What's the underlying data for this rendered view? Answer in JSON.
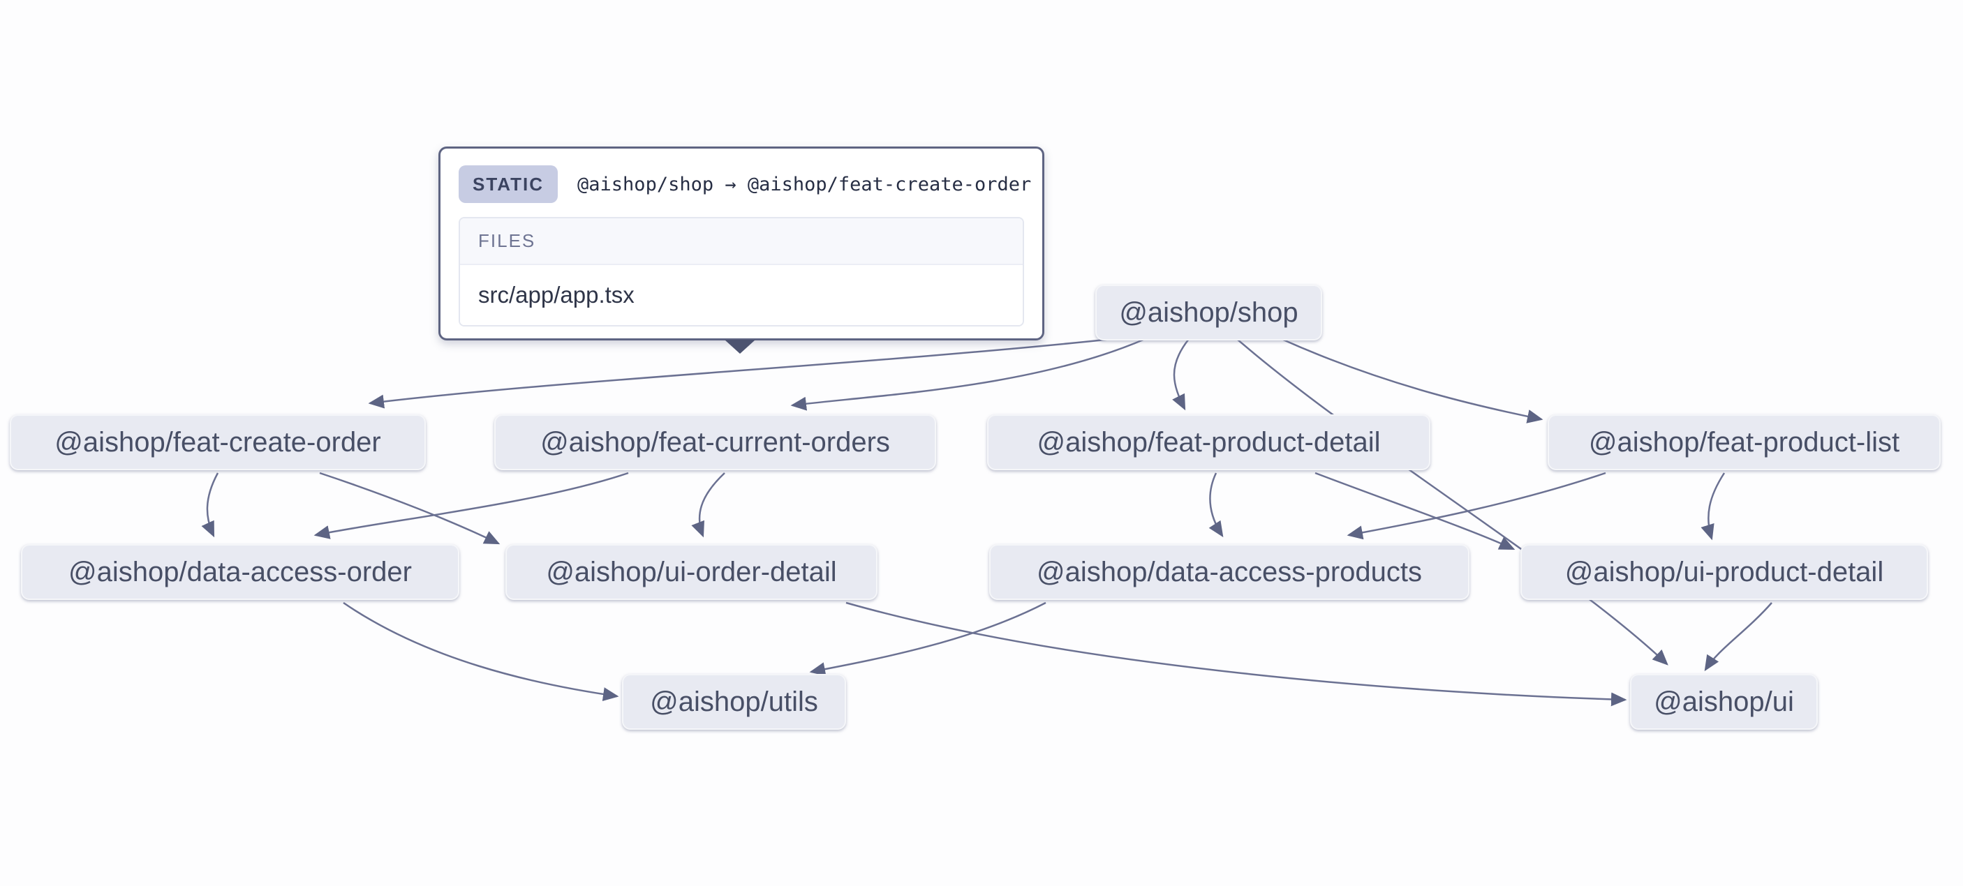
{
  "tooltip": {
    "badge": "STATIC",
    "title": "@aishop/shop → @aishop/feat-create-order",
    "files_header": "FILES",
    "files": [
      "src/app/app.tsx"
    ]
  },
  "nodes": [
    {
      "id": "shop",
      "label": "@aishop/shop"
    },
    {
      "id": "feat-create-order",
      "label": "@aishop/feat-create-order"
    },
    {
      "id": "feat-current-orders",
      "label": "@aishop/feat-current-orders"
    },
    {
      "id": "feat-product-detail",
      "label": "@aishop/feat-product-detail"
    },
    {
      "id": "feat-product-list",
      "label": "@aishop/feat-product-list"
    },
    {
      "id": "data-access-order",
      "label": "@aishop/data-access-order"
    },
    {
      "id": "ui-order-detail",
      "label": "@aishop/ui-order-detail"
    },
    {
      "id": "data-access-products",
      "label": "@aishop/data-access-products"
    },
    {
      "id": "ui-product-detail",
      "label": "@aishop/ui-product-detail"
    },
    {
      "id": "utils",
      "label": "@aishop/utils"
    },
    {
      "id": "ui",
      "label": "@aishop/ui"
    }
  ],
  "edges": [
    {
      "from": "shop",
      "to": "feat-create-order",
      "type": "static",
      "hovered": true
    },
    {
      "from": "shop",
      "to": "feat-current-orders"
    },
    {
      "from": "shop",
      "to": "feat-product-detail"
    },
    {
      "from": "shop",
      "to": "feat-product-list"
    },
    {
      "from": "shop",
      "to": "ui"
    },
    {
      "from": "feat-create-order",
      "to": "data-access-order"
    },
    {
      "from": "feat-create-order",
      "to": "ui-order-detail"
    },
    {
      "from": "feat-current-orders",
      "to": "data-access-order"
    },
    {
      "from": "feat-current-orders",
      "to": "ui-order-detail"
    },
    {
      "from": "feat-product-detail",
      "to": "data-access-products"
    },
    {
      "from": "feat-product-detail",
      "to": "ui-product-detail"
    },
    {
      "from": "feat-product-list",
      "to": "data-access-products"
    },
    {
      "from": "feat-product-list",
      "to": "ui-product-detail"
    },
    {
      "from": "data-access-order",
      "to": "utils"
    },
    {
      "from": "data-access-products",
      "to": "utils"
    },
    {
      "from": "ui-order-detail",
      "to": "ui"
    },
    {
      "from": "ui-product-detail",
      "to": "ui"
    }
  ],
  "colors": {
    "background": "#fdfdfe",
    "node_fill": "#e8eaf2",
    "node_text": "#484f66",
    "edge_stroke": "#6b7192",
    "badge_bg": "#c7cce3",
    "badge_text": "#3b4360",
    "tooltip_border": "#5e6482",
    "files_header_bg": "#f7f8fc"
  }
}
